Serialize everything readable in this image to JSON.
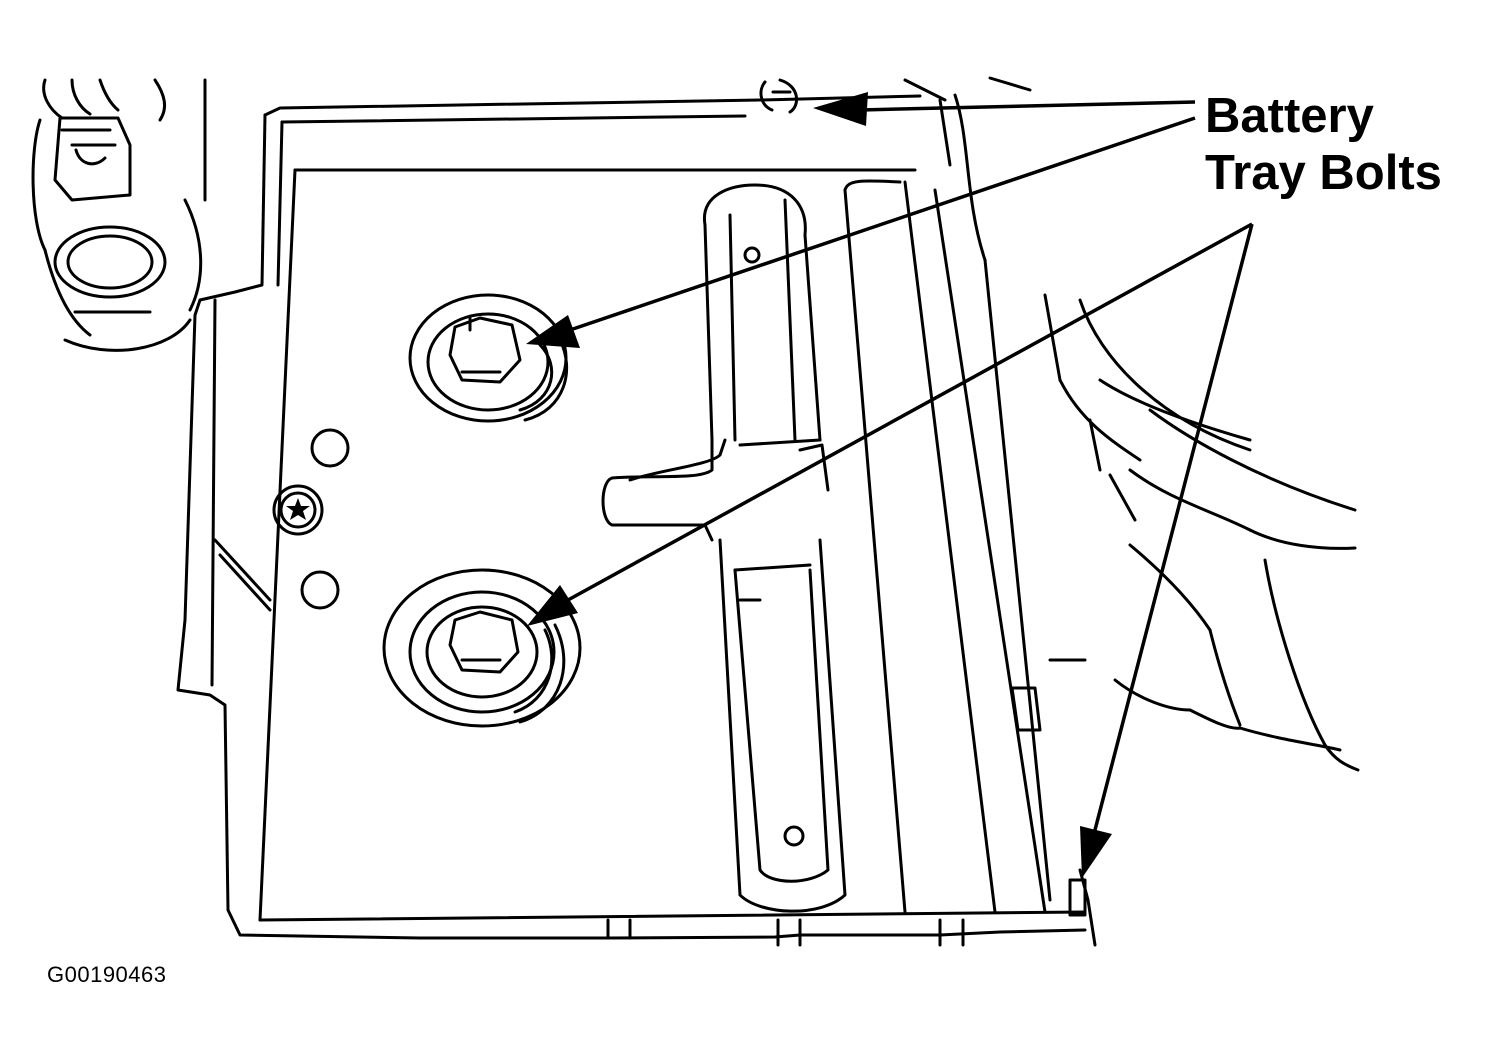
{
  "callout": {
    "line1": "Battery",
    "line2": "Tray Bolts"
  },
  "figure_id": "G00190463",
  "colors": {
    "ink": "#000000",
    "paper": "#ffffff"
  }
}
